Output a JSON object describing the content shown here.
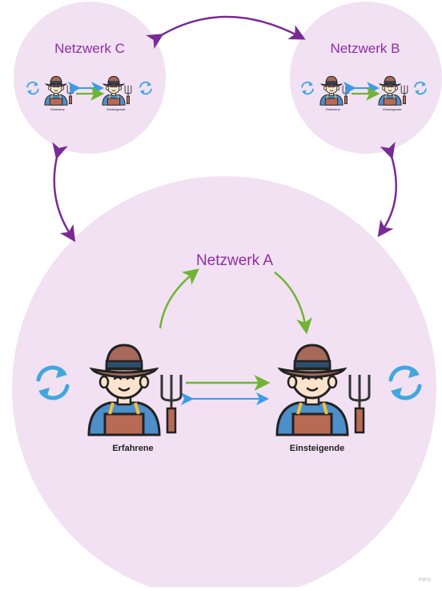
{
  "colors": {
    "circle_fill": "#f1e1f3",
    "network_label": "#8e2fa0",
    "arrow_purple": "#7a2a94",
    "arrow_green": "#6fb531",
    "arrow_blue": "#3d9be9",
    "cycle_icon": "#41a7dd",
    "hat": "#a8695a",
    "hat_band": "#2d4f6b",
    "shirt": "#4e8ec9",
    "apron": "#b86a55",
    "skin": "#fde3cc",
    "outline": "#222222",
    "fork": "#333333"
  },
  "networks": {
    "a": {
      "label": "Netzwerk A"
    },
    "b": {
      "label": "Netzwerk B"
    },
    "c": {
      "label": "Netzwerk C"
    }
  },
  "roles": {
    "experienced": "Erfahrene",
    "beginner": "Einsteigende"
  },
  "icons": {
    "person": "farmer-icon",
    "cycle": "refresh-cycle-icon",
    "tool": "pitchfork-icon"
  },
  "watermark": "miro"
}
